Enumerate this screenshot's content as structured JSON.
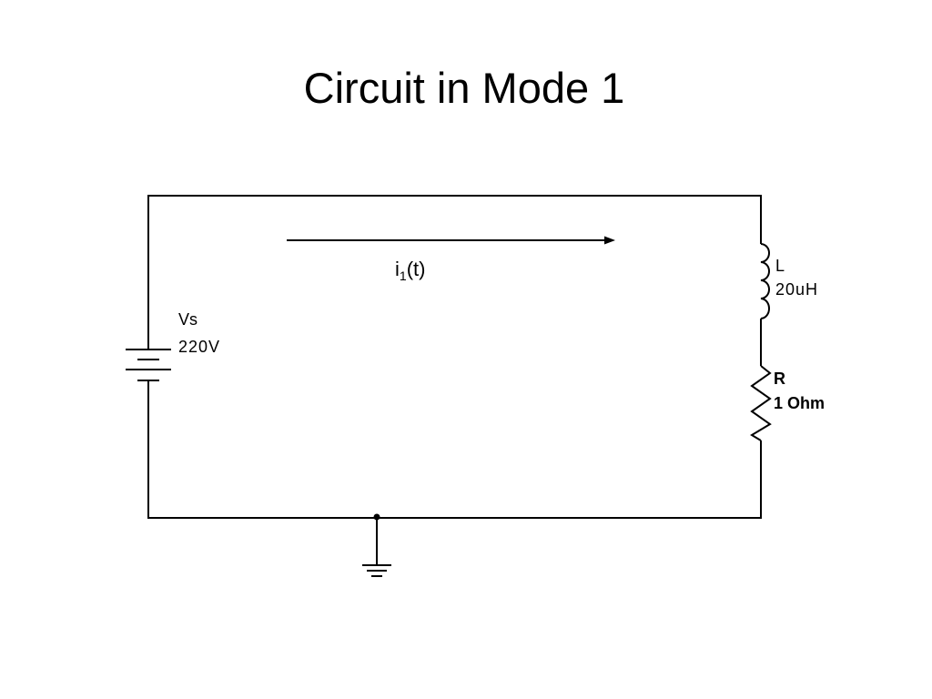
{
  "slide": {
    "title": "Circuit in Mode 1"
  },
  "source": {
    "name": "Vs",
    "value": "220V"
  },
  "inductor": {
    "name": "L",
    "value": "20uH"
  },
  "resistor": {
    "name": "R",
    "value": "1 Ohm"
  },
  "current": {
    "symbol": "i",
    "subscript": "1",
    "argument": "(t)"
  },
  "colors": {
    "wire": "#000000",
    "background": "#ffffff"
  }
}
